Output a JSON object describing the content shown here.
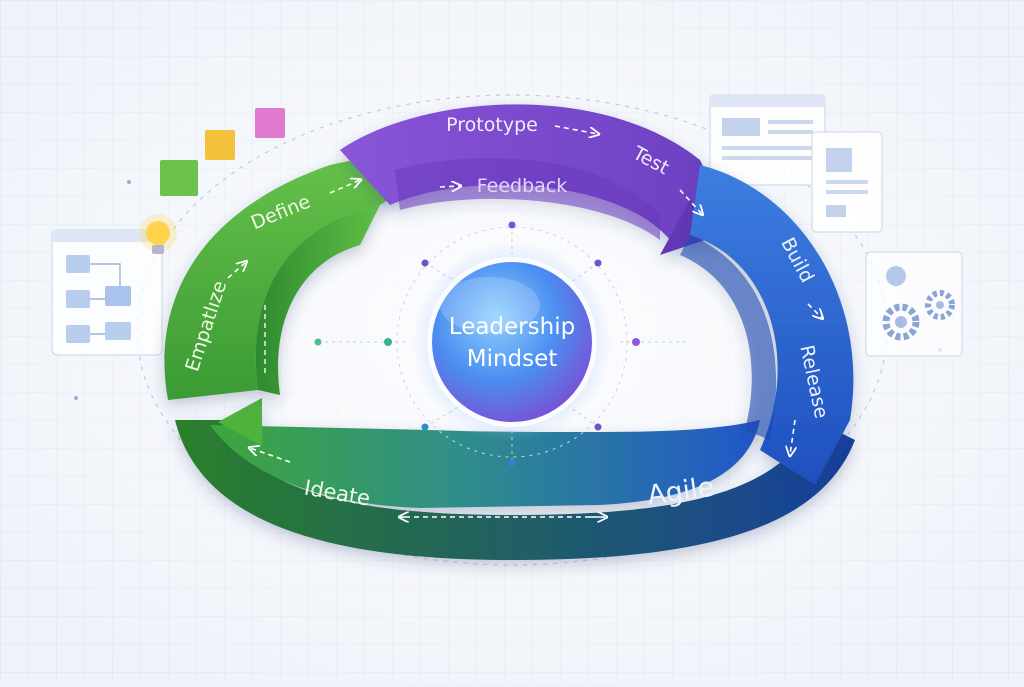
{
  "center": {
    "line1": "Leadership",
    "line2": "Mindset"
  },
  "stages": {
    "prototype": "Prototype",
    "test": "Test",
    "feedback": "Feedback",
    "define": "Define",
    "empathize": "Empatlıze",
    "build": "Build",
    "release": "Release",
    "ideate": "Ideate",
    "agile": "Agile"
  },
  "colors": {
    "background": "#eef2f9",
    "green": "#4aa83a",
    "purple": "#7a48c9",
    "blue": "#2a62d0",
    "center_glow": "#5fa8ff"
  },
  "icons": [
    "lightbulb-icon",
    "sticky-notes-icon",
    "flowchart-icon",
    "wireframe-icon",
    "gears-icon"
  ]
}
